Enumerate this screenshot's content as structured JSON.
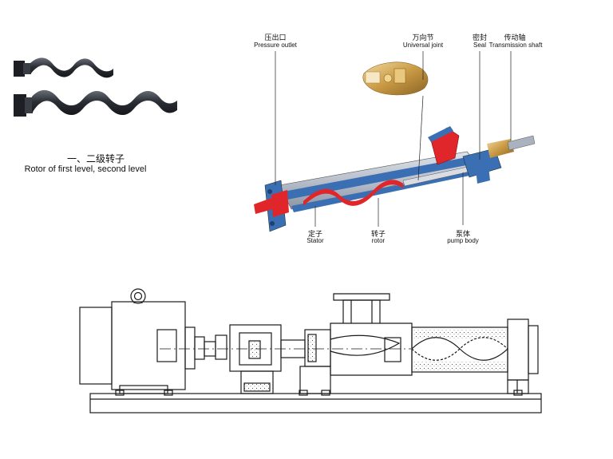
{
  "rotor_caption": {
    "cn": "一、二级转子",
    "en": "Rotor of first level, second level"
  },
  "labels": {
    "pressure_outlet": {
      "cn": "压出口",
      "en": "Pressure outlet"
    },
    "universal_joint": {
      "cn": "万向节",
      "en": "Universal joint"
    },
    "seal": {
      "cn": "密封",
      "en": "Seal"
    },
    "transmission_shaft": {
      "cn": "传动轴",
      "en": "Transmission shaft"
    },
    "stator": {
      "cn": "定子",
      "en": "Stator"
    },
    "rotor": {
      "cn": "转子",
      "en": "rotor"
    },
    "pump_body": {
      "cn": "泵体",
      "en": "pump body"
    }
  },
  "colors": {
    "pump_blue": "#3b6fb3",
    "pump_red": "#e0262a",
    "outline": "#222222"
  }
}
